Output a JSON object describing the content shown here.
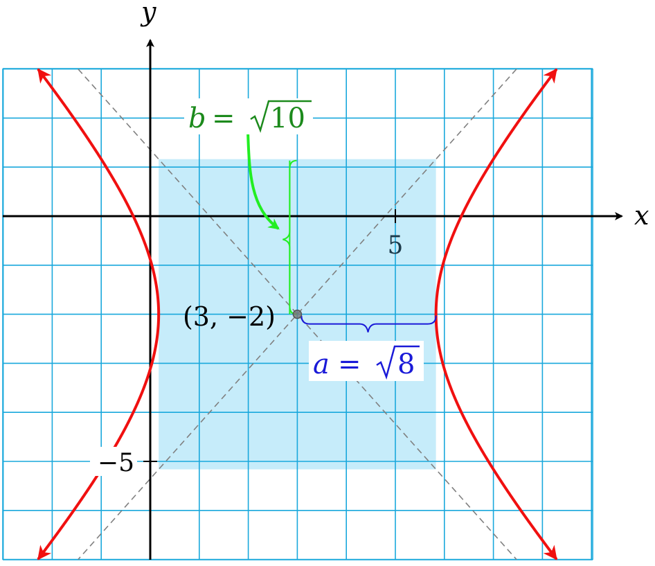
{
  "figure": {
    "x_axis_label": "x",
    "y_axis_label": "y",
    "tick_x_5": "5",
    "tick_y_neg5": "−5",
    "center_label": "(3, −2)",
    "b_label_lhs": "b",
    "b_label_eq": "=",
    "b_label_radicand": "10",
    "a_label_lhs": "a",
    "a_label_eq": "=",
    "a_label_radicand": "8",
    "colors": {
      "grid": "#19a8dc",
      "box_fill": "#c6ecfa",
      "hyperbola": "#f01010",
      "asymptote": "#808080",
      "b_color": "#1c8a1c",
      "b_arrow": "#22ee22",
      "a_color": "#1a1ad8",
      "axes": "#000000"
    },
    "hyperbola": {
      "h": 3,
      "k": -2,
      "a_squared": 8,
      "b_squared": 10
    },
    "grid_range": {
      "x": [
        -3,
        9
      ],
      "y": [
        -7,
        3
      ]
    }
  }
}
